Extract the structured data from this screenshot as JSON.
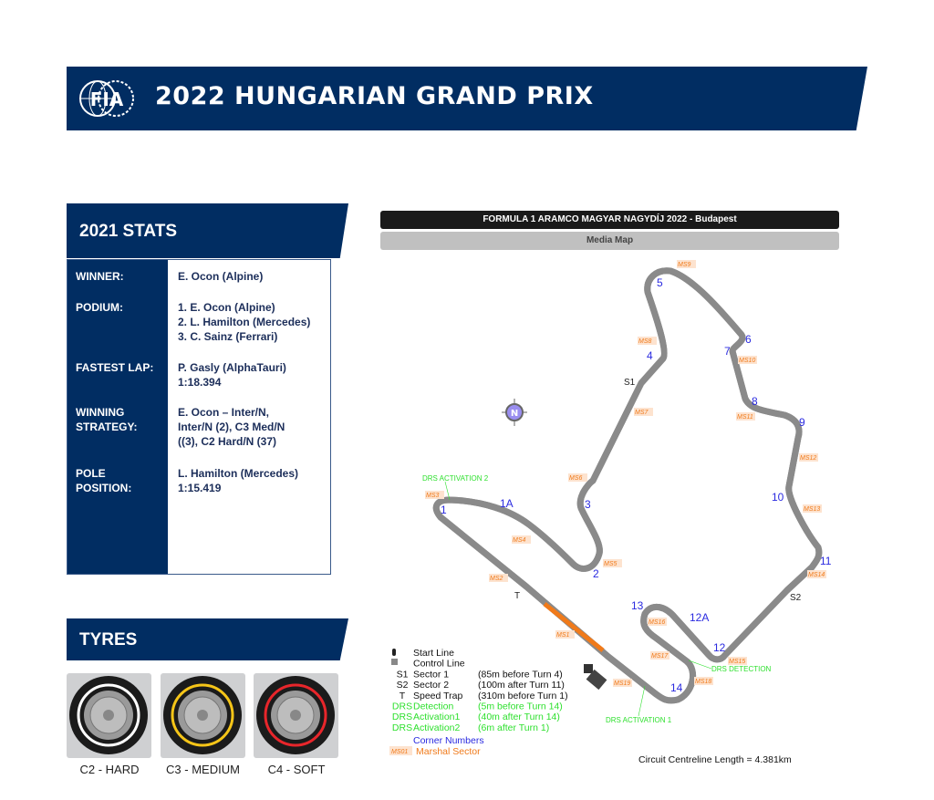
{
  "header": {
    "logo_text": "FIA",
    "title": "2022 HUNGARIAN  GRAND PRIX"
  },
  "stats": {
    "title": "2021 STATS",
    "rows": [
      {
        "label": "WINNER:",
        "value": "E. Ocon (Alpine)"
      },
      {
        "label": "PODIUM:",
        "value": "1. E. Ocon (Alpine)\n2. L. Hamilton (Mercedes)\n3. C. Sainz (Ferrari)"
      },
      {
        "label": "FASTEST LAP:",
        "value": "P. Gasly (AlphaTauri)\n1:18.394"
      },
      {
        "label": "WINNING\nSTRATEGY:",
        "value": "E. Ocon – Inter/N,\nInter/N (2), C3 Med/N\n((3), C2 Hard/N (37)"
      },
      {
        "label": "POLE\nPOSITION:",
        "value": "L. Hamilton (Mercedes)\n1:15.419"
      }
    ]
  },
  "tyres": {
    "title": "TYRES",
    "items": [
      {
        "label": "C2 - HARD",
        "color": "#ffffff"
      },
      {
        "label": "C3 - MEDIUM",
        "color": "#f5c518"
      },
      {
        "label": "C4 - SOFT",
        "color": "#e8262b"
      }
    ]
  },
  "map": {
    "title": "FORMULA 1 ARAMCO MAGYAR NAGYDÍJ 2022 - Budapest",
    "subtitle": "Media Map",
    "north": "N",
    "corners": [
      "1",
      "1A",
      "2",
      "3",
      "4",
      "5",
      "6",
      "7",
      "8",
      "9",
      "10",
      "11",
      "12",
      "12A",
      "13",
      "14"
    ],
    "marshal": [
      "MS1",
      "MS2",
      "MS3",
      "MS4",
      "MS5",
      "MS6",
      "MS7",
      "MS8",
      "MS9",
      "MS10",
      "MS11",
      "MS12",
      "MS13",
      "MS14",
      "MS15",
      "MS16",
      "MS17",
      "MS18",
      "MS19"
    ],
    "markers": {
      "s1": "S1",
      "s2": "S2",
      "t": "T"
    },
    "drs": {
      "act2": "DRS ACTIVATION 2",
      "det": "DRS DETECTION",
      "act1": "DRS ACTIVATION 1"
    },
    "length": "Circuit Centreline Length = 4.381km",
    "legend": [
      {
        "sym": "",
        "name": "Start Line",
        "note": ""
      },
      {
        "sym": "",
        "name": "Control Line",
        "note": ""
      },
      {
        "sym": "S1",
        "name": "Sector 1",
        "note": "(85m before Turn 4)"
      },
      {
        "sym": "S2",
        "name": "Sector 2",
        "note": "(100m after Turn 11)"
      },
      {
        "sym": "T",
        "name": "Speed Trap",
        "note": "(310m before Turn 1)"
      },
      {
        "sym": "DRS",
        "name": "Detection",
        "note": "(5m before Turn 14)"
      },
      {
        "sym": "DRS",
        "name": "Activation1",
        "note": "(40m after Turn 14)"
      },
      {
        "sym": "DRS",
        "name": "Activation2",
        "note": "(6m after Turn 1)"
      }
    ],
    "legend_corner": "Corner Numbers",
    "legend_ms_tag": "MS01",
    "legend_ms": "Marshal Sector"
  },
  "colors": {
    "navy": "#012d62",
    "corner": "#2a2ae0",
    "marshal": "#f07a1a",
    "drs": "#2ee02e"
  }
}
